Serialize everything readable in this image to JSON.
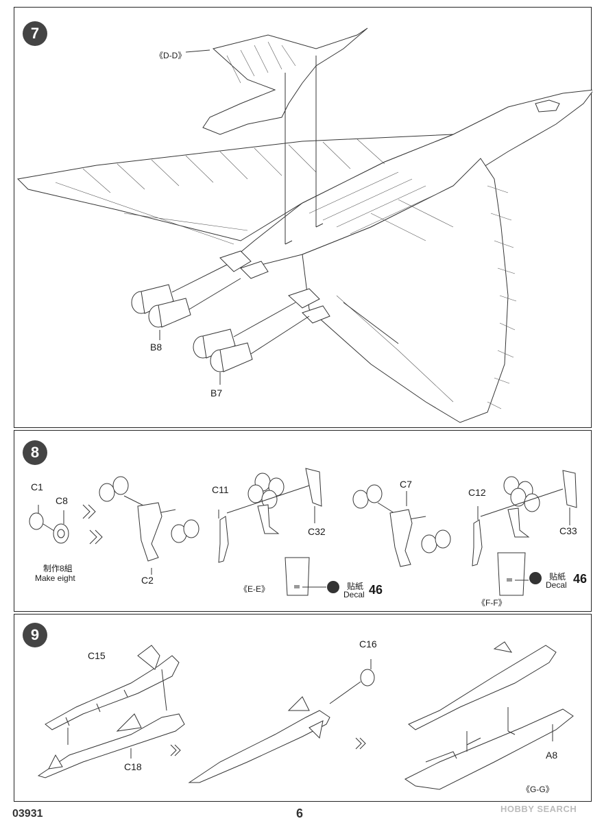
{
  "steps": {
    "s7": "7",
    "s8": "8",
    "s9": "9"
  },
  "step7": {
    "view_label": "《D-D》",
    "part_b8": "B8",
    "part_b7": "B7"
  },
  "step8": {
    "c1": "C1",
    "c8": "C8",
    "make_eight_cn": "制作8組",
    "make_eight_en": "Make eight",
    "c2": "C2",
    "c11": "C11",
    "c32": "C32",
    "view_ee": "《E-E》",
    "decal_cn_1": "贴紙",
    "decal_en_1": "Decal",
    "decal_num_1": "46",
    "c7": "C7",
    "c12": "C12",
    "c33": "C33",
    "view_ff": "《F-F》",
    "decal_cn_2": "贴紙",
    "decal_en_2": "Decal",
    "decal_num_2": "46"
  },
  "step9": {
    "c15": "C15",
    "c18": "C18",
    "c16": "C16",
    "a8": "A8",
    "view_gg": "《G-G》"
  },
  "footer": {
    "product_code": "03931",
    "page_number": "6"
  },
  "watermark": "HOBBY SEARCH"
}
